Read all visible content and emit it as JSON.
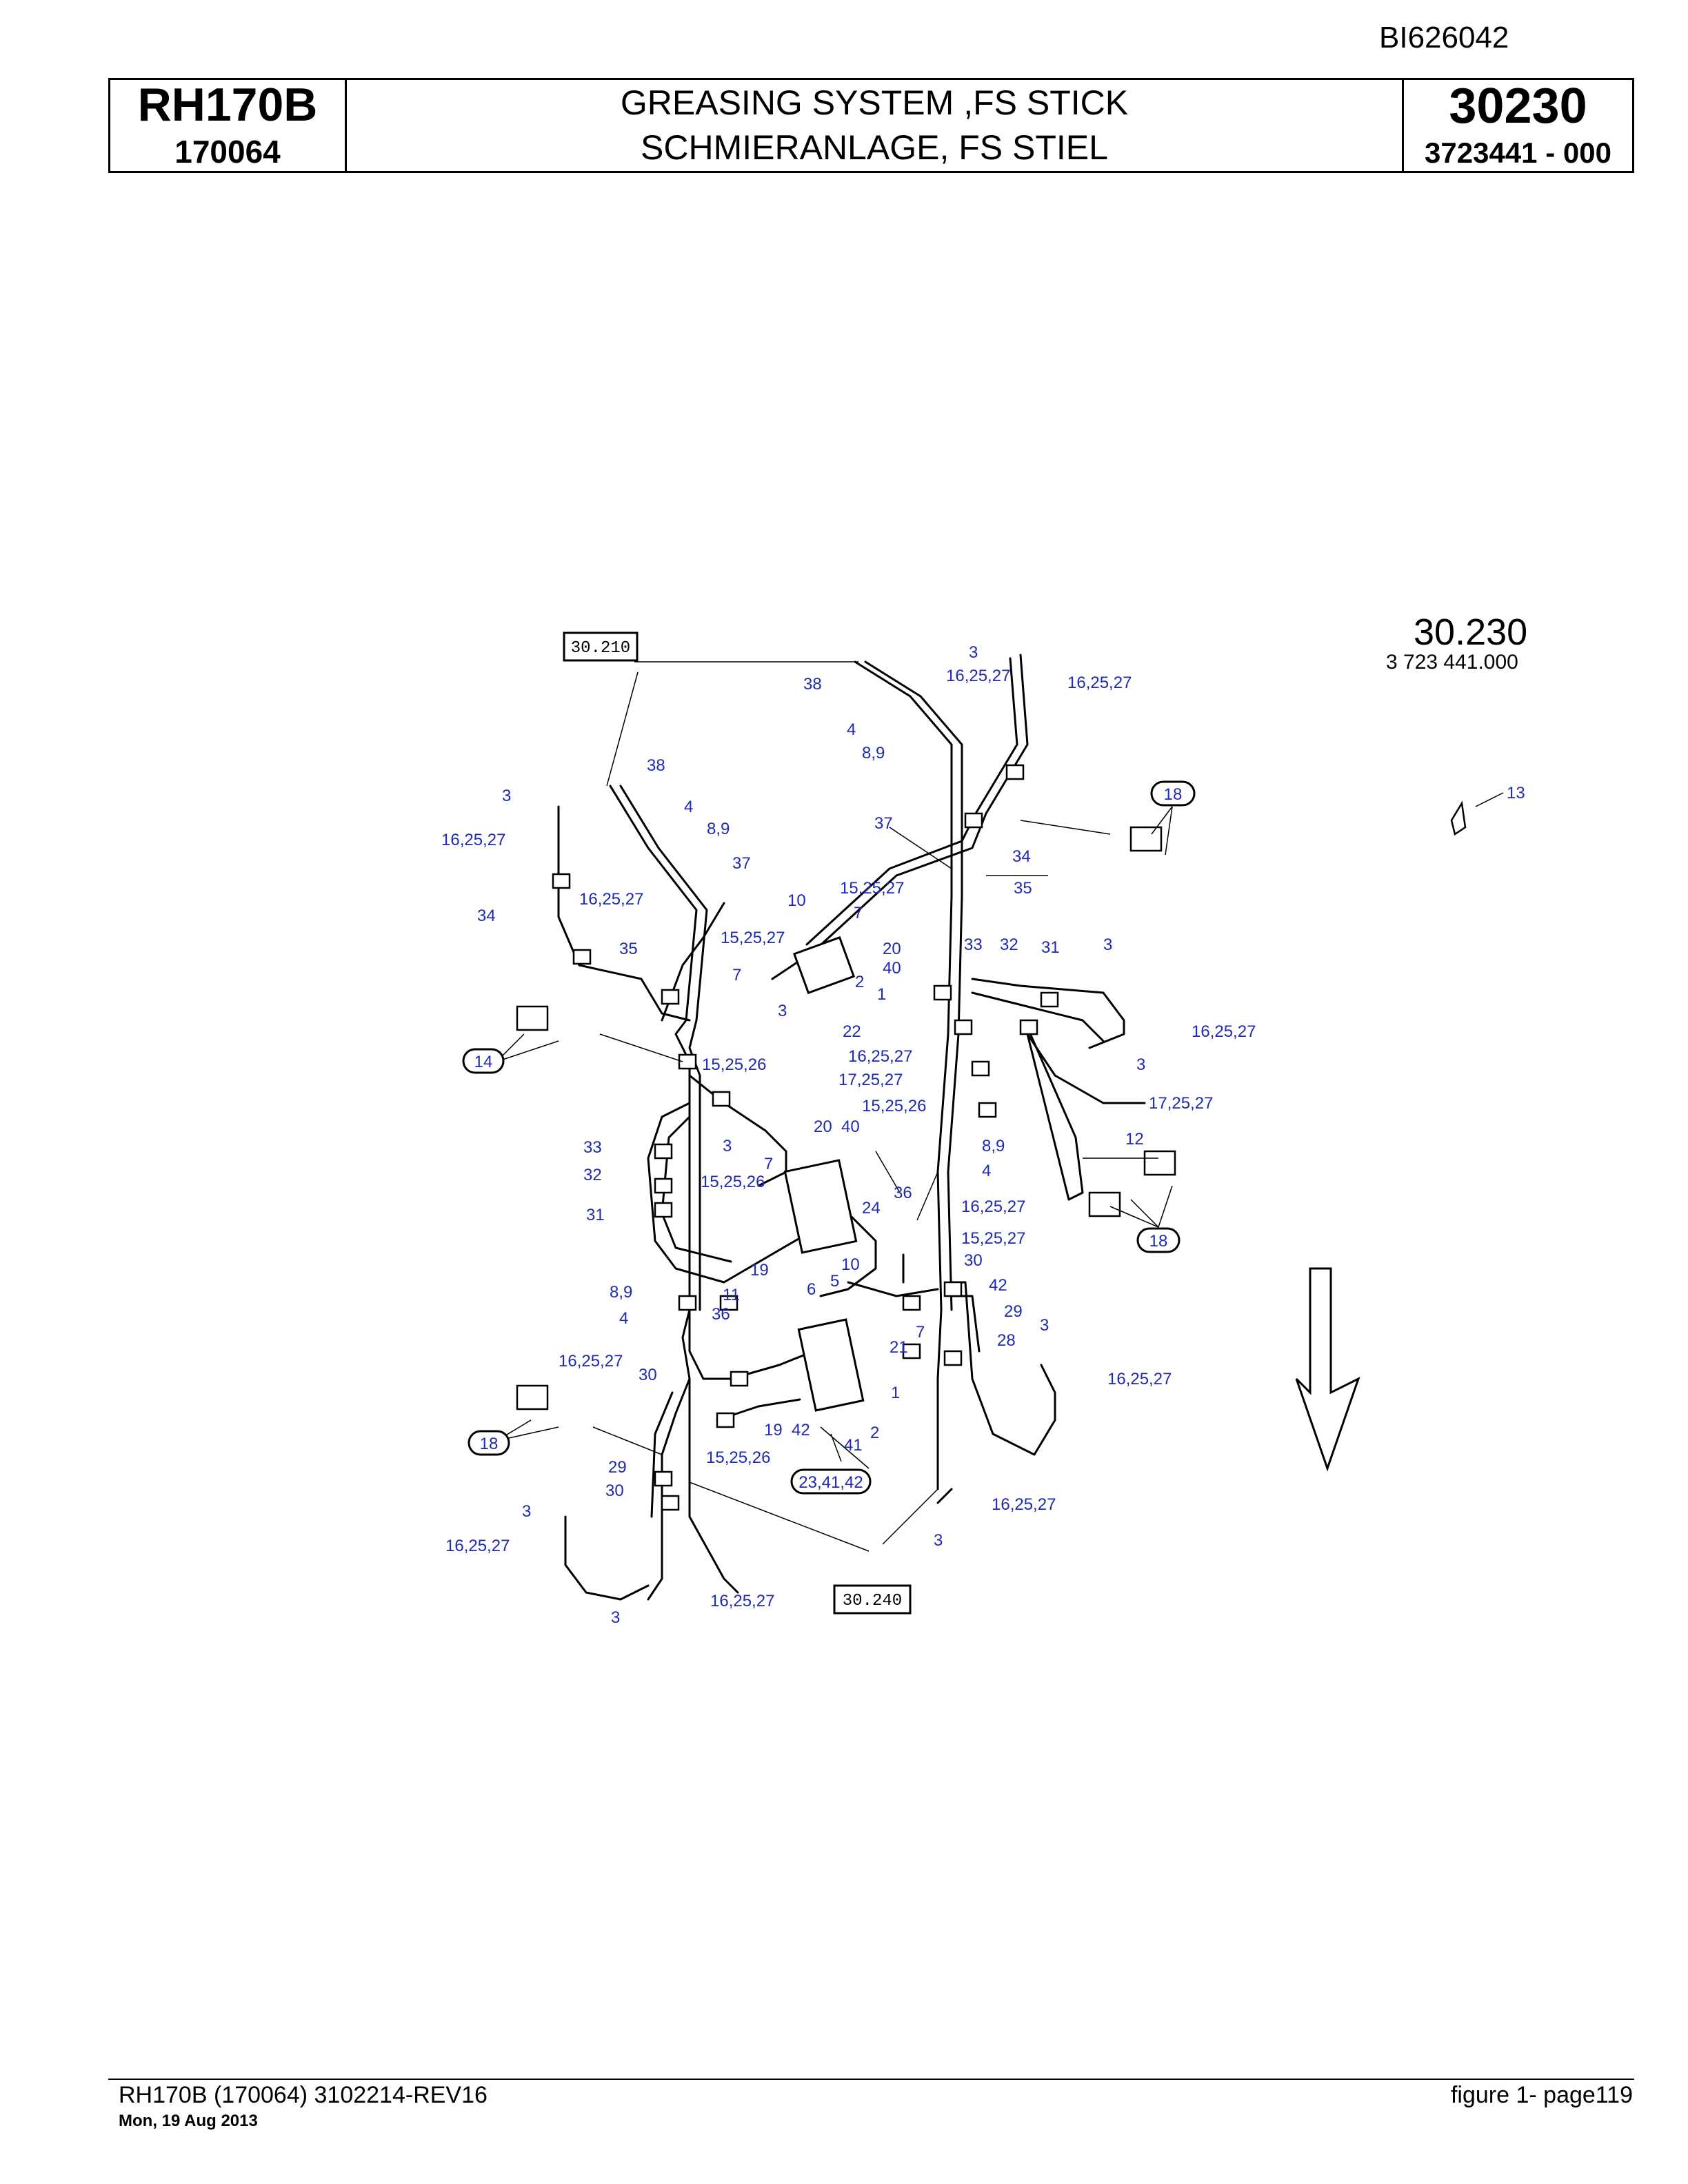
{
  "header": {
    "doc_id": "BI626042",
    "model": "RH170B",
    "serial": "170064",
    "title_en": "GREASING SYSTEM ,FS STICK",
    "title_de": "SCHMIERANLAGE, FS STIEL",
    "group_no": "30230",
    "part_ref": "3723441  - 000"
  },
  "drawing": {
    "group_label": "30.230",
    "part_label": "3 723 441.000",
    "refs": {
      "top": "30.210",
      "bottom": "30.240"
    },
    "callouts": {
      "c14": "14",
      "c18a": "18",
      "c18b": "18",
      "c18c": "18",
      "c234142": "23,41,42"
    },
    "labels": {
      "l01": "3",
      "l02": "16,25,27",
      "l03": "16,25,27",
      "l04": "38",
      "l05": "4",
      "l06": "8,9",
      "l07": "38",
      "l08": "4",
      "l09": "8,9",
      "l10": "3",
      "l11": "16,25,27",
      "l12": "37",
      "l13": "37",
      "l14": "16,25,27",
      "l15": "34",
      "l16": "35",
      "l17": "34",
      "l18": "35",
      "l19": "13",
      "l20": "15,25,27",
      "l21": "10",
      "l22": "7",
      "l23": "15,25,27",
      "l24": "20",
      "l25": "40",
      "l26": "7",
      "l27": "2",
      "l28": "1",
      "l29": "3",
      "l30": "22",
      "l31": "33",
      "l32": "32",
      "l33": "31",
      "l34": "3",
      "l35": "16,25,27",
      "l36": "3",
      "l37": "17,25,27",
      "l38": "15,25,26",
      "l39": "16,25,27",
      "l40": "17,25,27",
      "l41": "15,25,26",
      "l42": "20",
      "l43": "40",
      "l44": "3",
      "l45": "33",
      "l46": "7",
      "l47": "32",
      "l48": "15,25,26",
      "l49": "31",
      "l50": "8,9",
      "l51": "12",
      "l52": "4",
      "l53": "36",
      "l54": "16,25,27",
      "l55": "24",
      "l56": "15,25,27",
      "l57": "19",
      "l58": "10",
      "l59": "30",
      "l60": "8,9",
      "l61": "5",
      "l62": "6",
      "l63": "11",
      "l64": "42",
      "l65": "36",
      "l66": "7",
      "l67": "29",
      "l68": "4",
      "l69": "21",
      "l70": "28",
      "l71": "3",
      "l72": "16,25,27",
      "l73": "30",
      "l74": "16,25,27",
      "l75": "1",
      "l76": "19",
      "l77": "42",
      "l78": "2",
      "l79": "41",
      "l80": "15,25,26",
      "l81": "29",
      "l82": "30",
      "l83": "3",
      "l84": "16,25,27",
      "l85": "16,25,27",
      "l86": "3",
      "l87": "16,25,27",
      "l88": "3"
    }
  },
  "footer": {
    "left": "RH170B (170064) 3102214-REV16",
    "date": "Mon, 19 Aug 2013",
    "right": "figure  1- page119"
  }
}
